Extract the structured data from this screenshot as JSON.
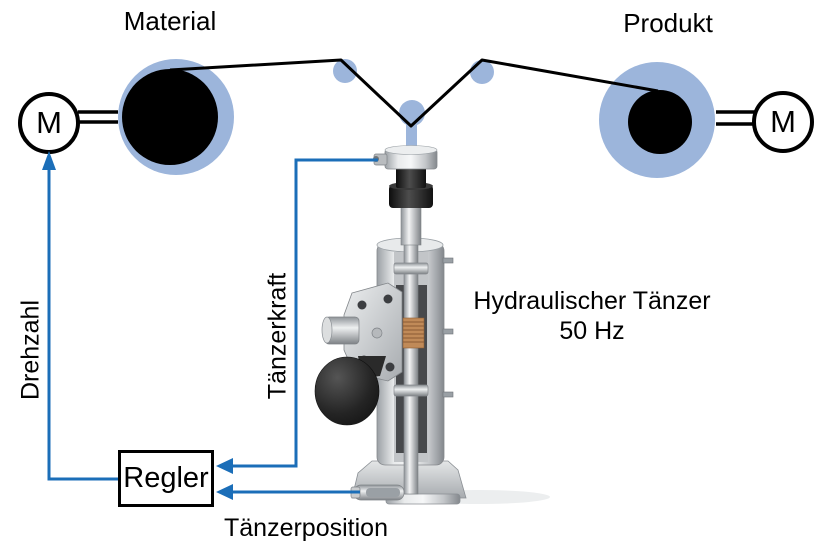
{
  "diagram": {
    "material_label": "Material",
    "produkt_label": "Produkt",
    "motor_left_label": "M",
    "motor_right_label": "M",
    "title_line1": "Hydraulischer Tänzer",
    "title_line2": "50 Hz",
    "controller_label": "Regler",
    "signal_drehzahl": "Drehzahl",
    "signal_taenzerkraft": "Tänzerkraft",
    "signal_taenzerposition": "Tänzerposition"
  },
  "colors": {
    "roll_blue": "#9CB5DB",
    "signal_blue": "#1B6EB8",
    "line_black": "#000000",
    "background": "#FFFFFF"
  }
}
